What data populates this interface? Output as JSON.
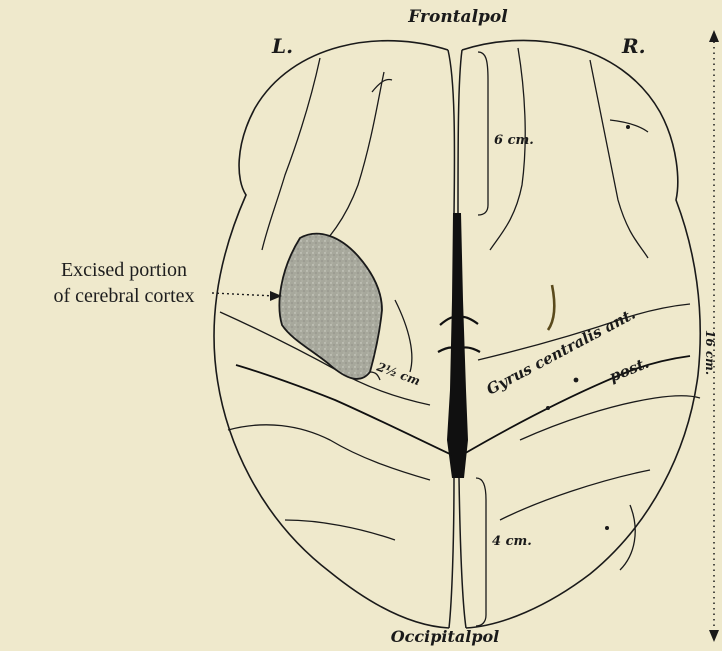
{
  "labels": {
    "frontal_pole": "Frontalpol",
    "occipital_pole": "Occipitalpol",
    "left": "L.",
    "right": "R.",
    "dim_frontal": "6 cm.",
    "dim_occipital": "4 cm.",
    "dim_lesion": "2½ cm",
    "gyrus_ant": "Gyrus centralis ant.",
    "gyrus_post": "post.",
    "total_length": "16 cm."
  },
  "caption": {
    "line1": "Excised portion",
    "line2": "of cerebral cortex"
  },
  "colors": {
    "background": "#efe9cc",
    "ink": "#1a1a1a",
    "lesion_fill": "#a9aaa0"
  }
}
